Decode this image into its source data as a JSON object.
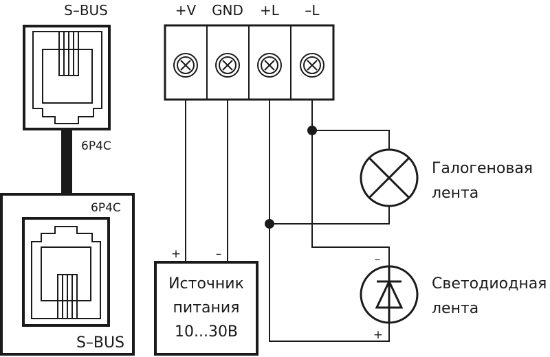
{
  "colors": {
    "ink": "#1a1a1a",
    "background": "#ffffff"
  },
  "top_module": {
    "title": "S–BUS",
    "connector": "6P4C"
  },
  "bottom_module": {
    "title": "S–BUS",
    "connector": "6P4C"
  },
  "terminals": [
    {
      "label": "+V"
    },
    {
      "label": "GND"
    },
    {
      "label": "+L"
    },
    {
      "label": "–L"
    }
  ],
  "power_supply": {
    "plus": "+",
    "minus": "–",
    "lines": [
      "Источник",
      "питания",
      "10...30В"
    ]
  },
  "halogen": {
    "lines": [
      "Галогеновая",
      "лента"
    ]
  },
  "led": {
    "lines": [
      "Светодиодная",
      "лента"
    ],
    "minus": "–",
    "plus": "+"
  }
}
